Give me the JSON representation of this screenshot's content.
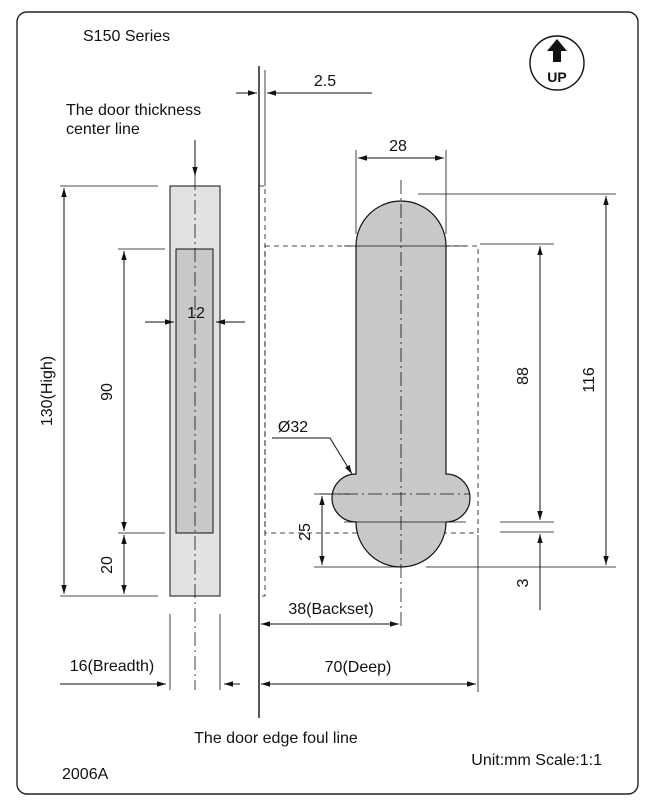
{
  "title": "S150 Series",
  "up_badge": "UP",
  "labels": {
    "door_center_line": [
      "The door thickness",
      "center line"
    ],
    "foul_line": "The door edge foul line",
    "unit_scale": "Unit:mm Scale:1:1",
    "code": "2006A"
  },
  "dimensions": {
    "offset": "2.5",
    "width": "28",
    "plate_width": "12",
    "height": "130(High)",
    "slot": "90",
    "bottom": "20",
    "inner_height": "88",
    "outer_height": "116",
    "diameter": "Ø32",
    "lower": "25",
    "gap": "3",
    "backset": "38(Backset)",
    "breadth": "16(Breadth)",
    "deep": "70(Deep)"
  },
  "colors": {
    "body_fill": "#c8c8c8",
    "plate_fill": "#e2e2e2",
    "line": "#111111"
  }
}
